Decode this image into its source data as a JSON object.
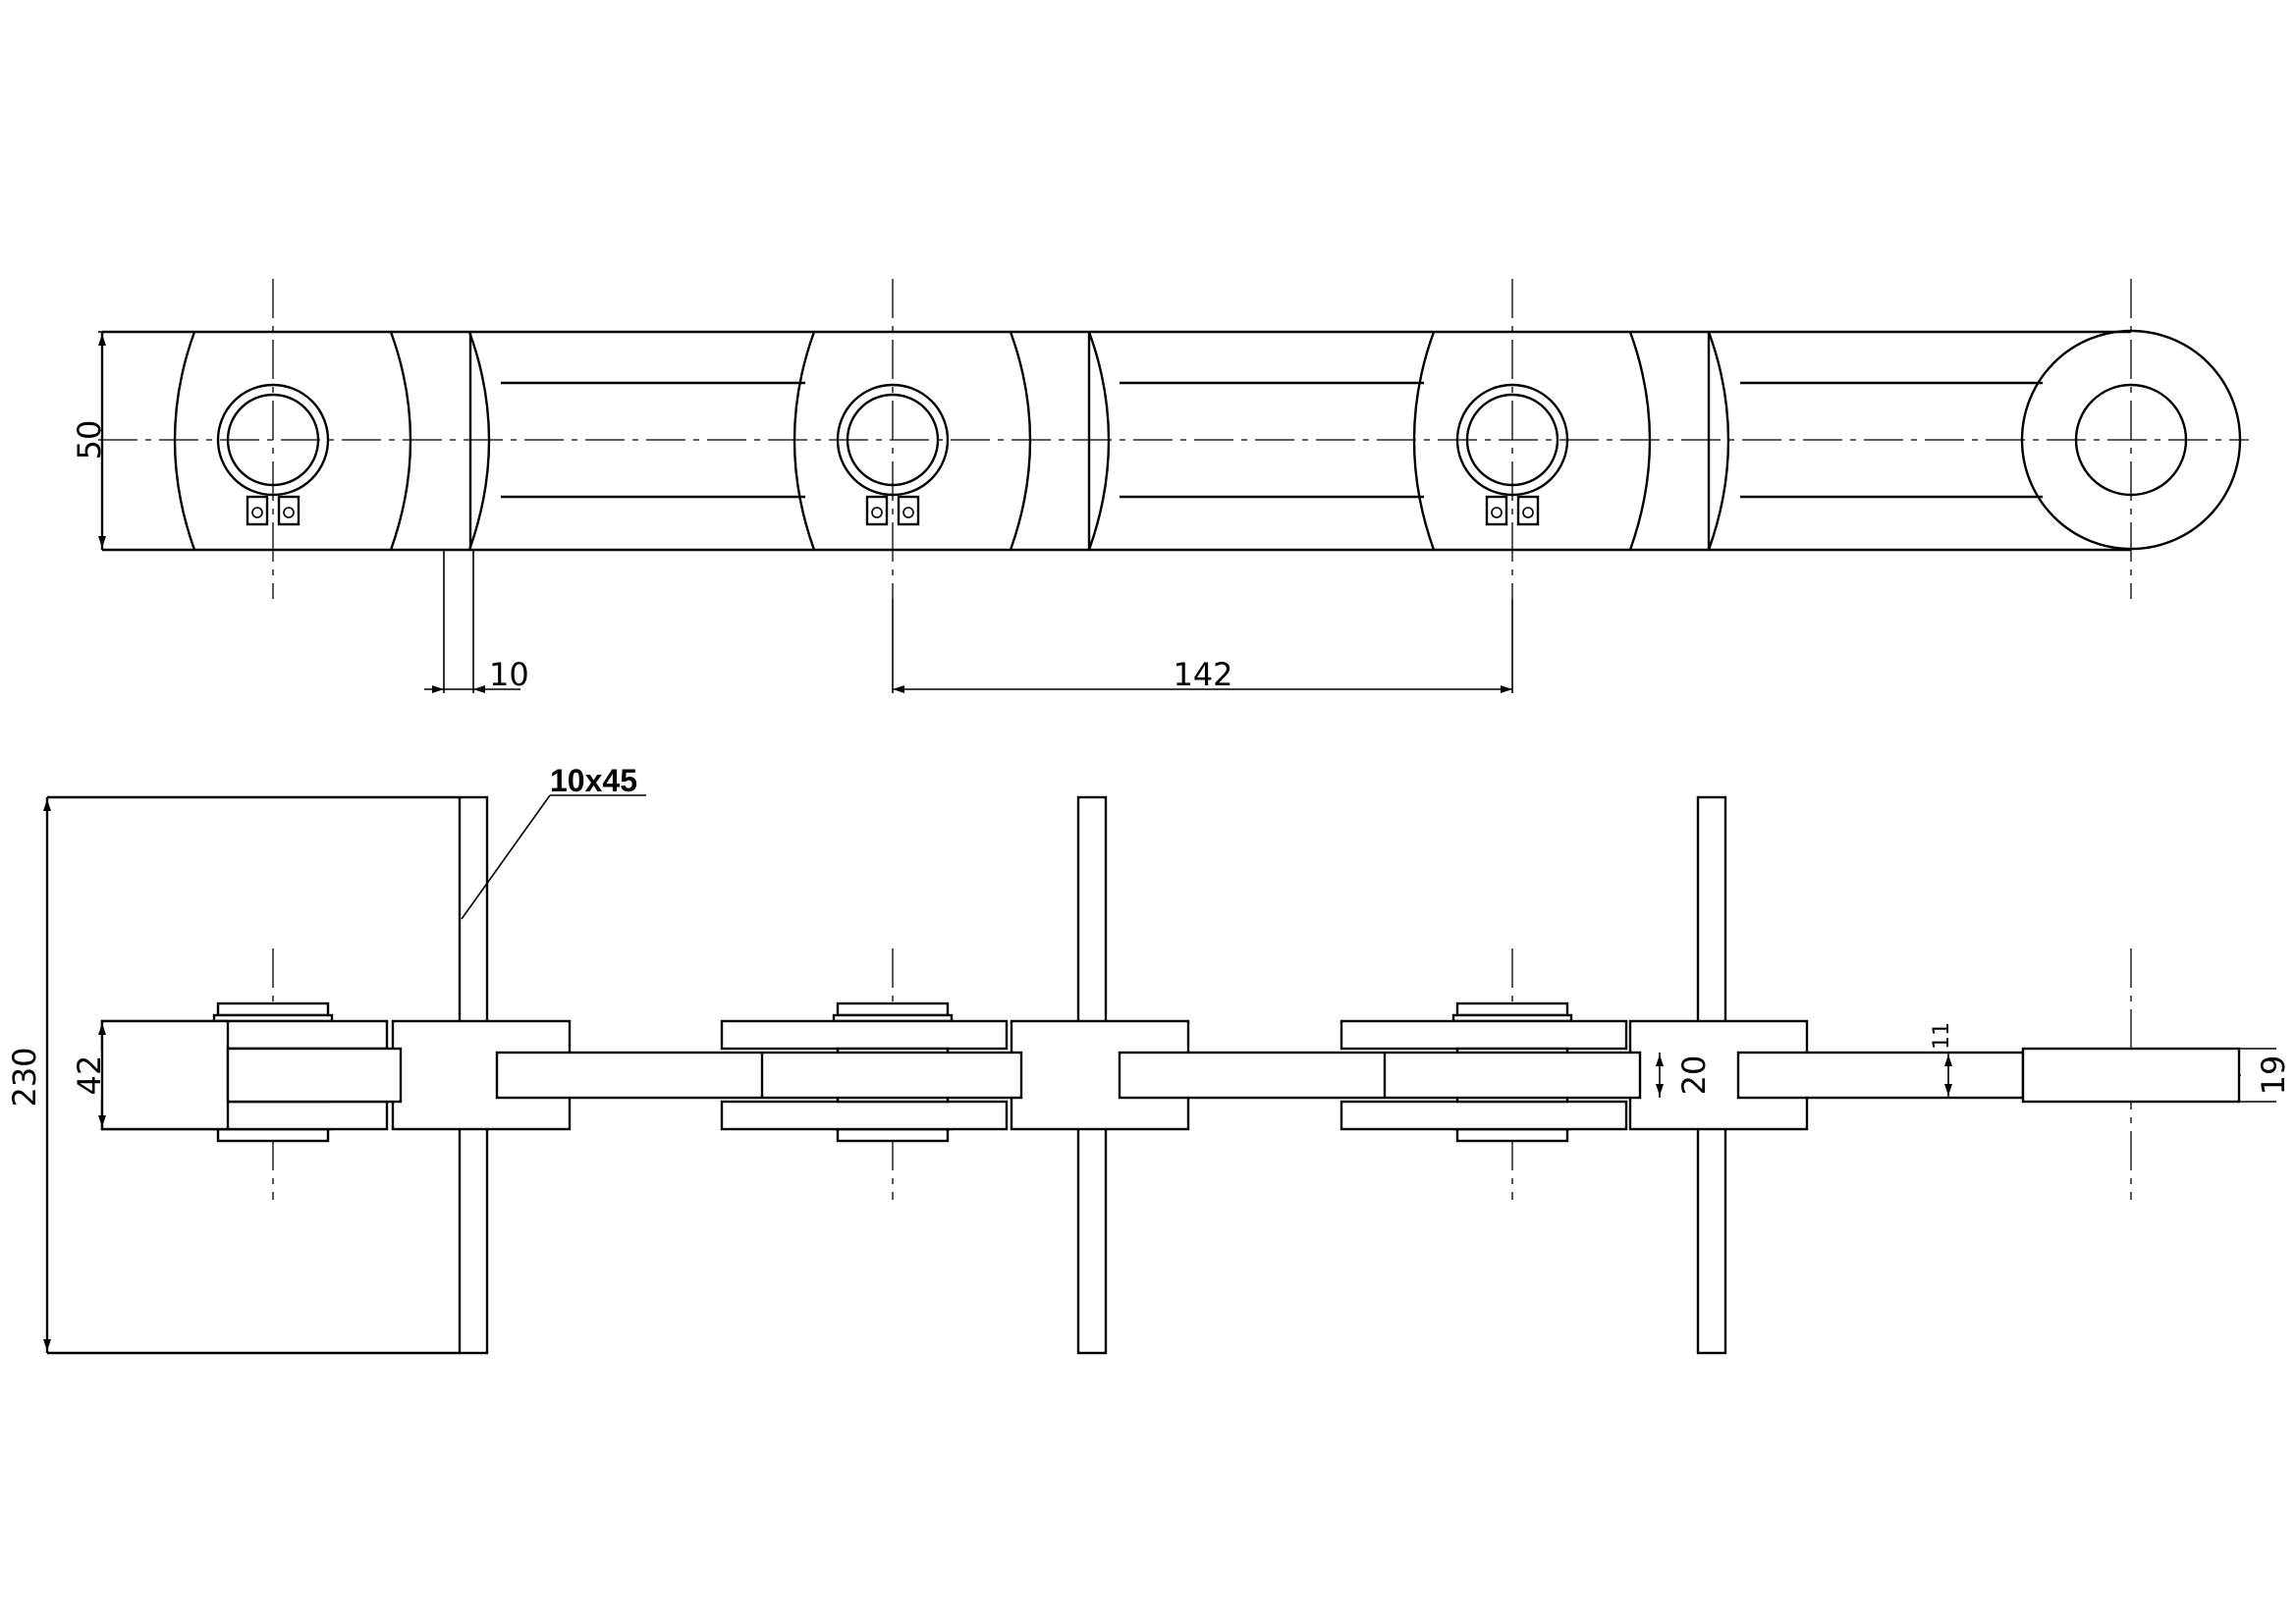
{
  "drawing": {
    "dimensions": {
      "link_height_top": "50",
      "flight_thickness": "10",
      "pitch": "142",
      "chamfer": "10x45",
      "flight_height": "230",
      "link_height_bottom": "42",
      "bushing_width": "20",
      "plate_thickness": "11",
      "end_width": "19"
    }
  }
}
